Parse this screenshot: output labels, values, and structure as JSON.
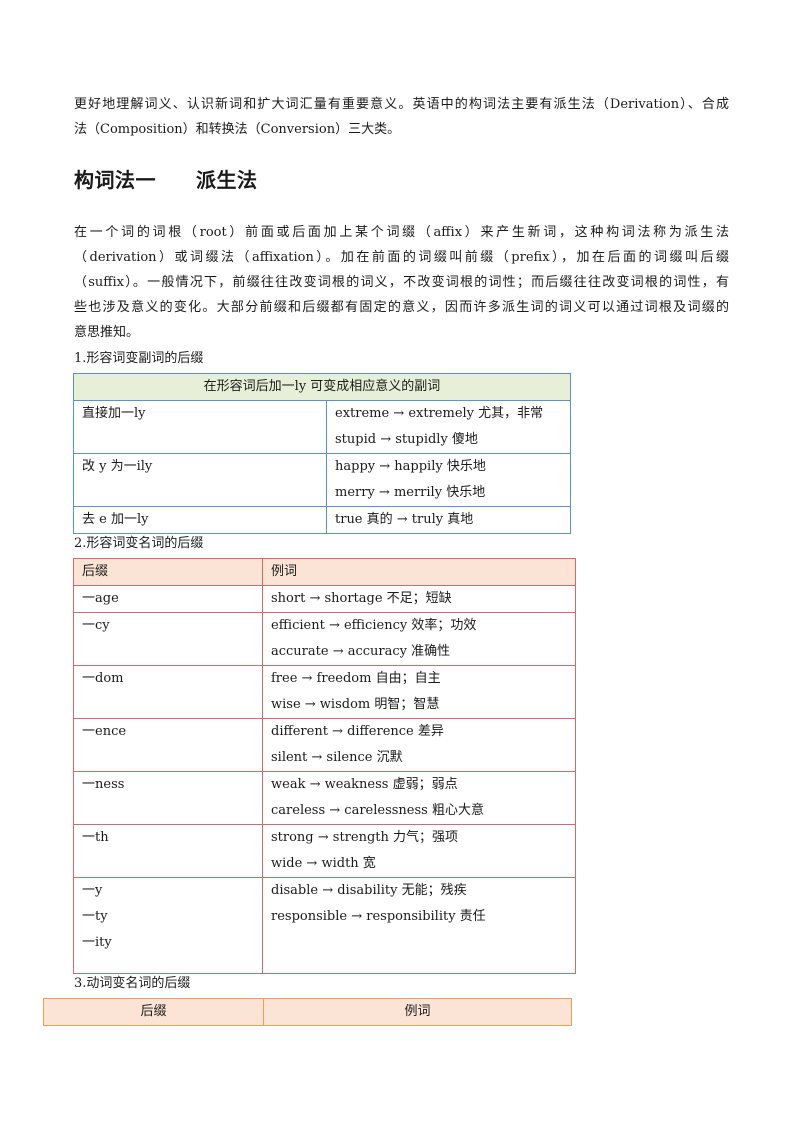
{
  "intro": {
    "lines": [
      "更好地理解词义、认识新词和扩大词汇量有重要意义。英语中的构词法主要有派生法（Derivation）、合成",
      "法（Composition）和转换法（Conversion）三大类。"
    ]
  },
  "section": {
    "title_a": "构词法一",
    "title_b": "派生法"
  },
  "body": {
    "lines": [
      "在一个词的词根（root）前面或后面加上某个词缀（affix）来产生新词，这种构词法称为派生法",
      "（derivation）或词缀法（affixation）。加在前面的词缀叫前缀（prefix），加在后面的词缀叫后缀",
      "（suffix）。一般情况下，前缀往往改变词根的词义，不改变词根的词性；而后缀往往改变词根的词性，有",
      "些也涉及意义的变化。大部分前缀和后缀都有固定的意义，因而许多派生词的词义可以通过词根及词缀的",
      "意思推知。"
    ]
  },
  "table1": {
    "caption": "1.形容词变副词的后缀",
    "header": "在形容词后加一ly 可变成相应意义的副词",
    "rows": [
      {
        "rule": "直接加一ly",
        "examples": [
          "extreme → extremely 尤其，非常",
          "stupid → stupidly  傻地"
        ]
      },
      {
        "rule": "改 y 为一ily",
        "examples": [
          "happy → happily 快乐地",
          "merry → merrily  快乐地"
        ]
      },
      {
        "rule": "去 e 加一ly",
        "examples": [
          "true 真的  →  truly 真地"
        ]
      }
    ]
  },
  "table2": {
    "caption": "2.形容词变名词的后缀",
    "header": [
      "后缀",
      "例词"
    ],
    "rows": [
      {
        "suffix": [
          "一age"
        ],
        "examples": [
          "short → shortage 不足；短缺"
        ]
      },
      {
        "suffix": [
          "一cy"
        ],
        "examples": [
          "efficient → efficiency 效率；功效",
          "accurate → accuracy 准确性"
        ]
      },
      {
        "suffix": [
          "一dom"
        ],
        "examples": [
          "free → freedom 自由；自主",
          "wise → wisdom 明智；智慧"
        ]
      },
      {
        "suffix": [
          "一ence"
        ],
        "examples": [
          "different → difference 差异",
          "silent → silence 沉默"
        ]
      },
      {
        "suffix": [
          "一ness"
        ],
        "examples": [
          "weak → weakness 虚弱；弱点",
          "careless → carelessness 粗心大意"
        ]
      },
      {
        "suffix": [
          "一th"
        ],
        "examples": [
          "strong → strength 力气；强项",
          "wide → width 宽"
        ]
      },
      {
        "suffix": [
          "一y",
          "一ty",
          "一ity"
        ],
        "examples": [
          "disable → disability 无能；残疾",
          "responsible    →    responsibility 责任"
        ]
      }
    ]
  },
  "table3": {
    "caption": "3.动词变名词的后缀",
    "header": [
      "后缀",
      "例词"
    ]
  }
}
